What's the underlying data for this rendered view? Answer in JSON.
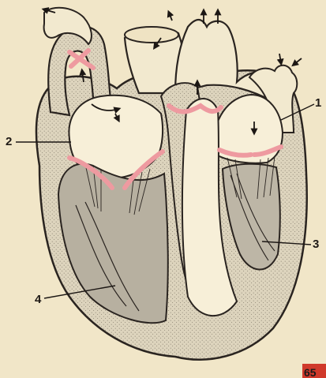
{
  "labels": {
    "l1": "1",
    "l2": "2",
    "l3": "3",
    "l4": "4"
  },
  "page_number": "65",
  "colors": {
    "paper": "#f1e6c8",
    "outline": "#2a2420",
    "wall_stipple": "#ccc2aa",
    "valve_pink": "#ee9aa0",
    "muscle_gray": "#b7b0a0",
    "page_badge": "#d0392b"
  },
  "icons": [
    "blood-flow-arrow-icon"
  ]
}
